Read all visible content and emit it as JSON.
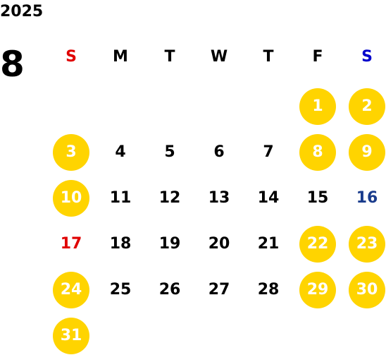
{
  "year": "2025",
  "month": "8",
  "weekdays": [
    {
      "label": "S",
      "color": "#e00000"
    },
    {
      "label": "M",
      "color": "#000000"
    },
    {
      "label": "T",
      "color": "#000000"
    },
    {
      "label": "W",
      "color": "#000000"
    },
    {
      "label": "T",
      "color": "#000000"
    },
    {
      "label": "F",
      "color": "#000000"
    },
    {
      "label": "S",
      "color": "#0000cc"
    }
  ],
  "colors": {
    "highlight": "#ffd400",
    "highlight_text": "#ffffff",
    "normal_text": "#000000",
    "sunday_text": "#e00000",
    "saturday_text": "#1a3c8c"
  },
  "first_weekday_index": 5,
  "days": [
    {
      "label": "1",
      "highlighted": true
    },
    {
      "label": "2",
      "highlighted": true
    },
    {
      "label": "3",
      "highlighted": true
    },
    {
      "label": "4",
      "highlighted": false
    },
    {
      "label": "5",
      "highlighted": false
    },
    {
      "label": "6",
      "highlighted": false
    },
    {
      "label": "7",
      "highlighted": false
    },
    {
      "label": "8",
      "highlighted": true
    },
    {
      "label": "9",
      "highlighted": true
    },
    {
      "label": "10",
      "highlighted": true
    },
    {
      "label": "11",
      "highlighted": false
    },
    {
      "label": "12",
      "highlighted": false
    },
    {
      "label": "13",
      "highlighted": false
    },
    {
      "label": "14",
      "highlighted": false
    },
    {
      "label": "15",
      "highlighted": false
    },
    {
      "label": "16",
      "highlighted": false,
      "text_color": "#1a3c8c"
    },
    {
      "label": "17",
      "highlighted": false,
      "text_color": "#e00000"
    },
    {
      "label": "18",
      "highlighted": false
    },
    {
      "label": "19",
      "highlighted": false
    },
    {
      "label": "20",
      "highlighted": false
    },
    {
      "label": "21",
      "highlighted": false
    },
    {
      "label": "22",
      "highlighted": true
    },
    {
      "label": "23",
      "highlighted": true
    },
    {
      "label": "24",
      "highlighted": true
    },
    {
      "label": "25",
      "highlighted": false
    },
    {
      "label": "26",
      "highlighted": false
    },
    {
      "label": "27",
      "highlighted": false
    },
    {
      "label": "28",
      "highlighted": false
    },
    {
      "label": "29",
      "highlighted": true
    },
    {
      "label": "30",
      "highlighted": true
    },
    {
      "label": "31",
      "highlighted": true
    }
  ]
}
